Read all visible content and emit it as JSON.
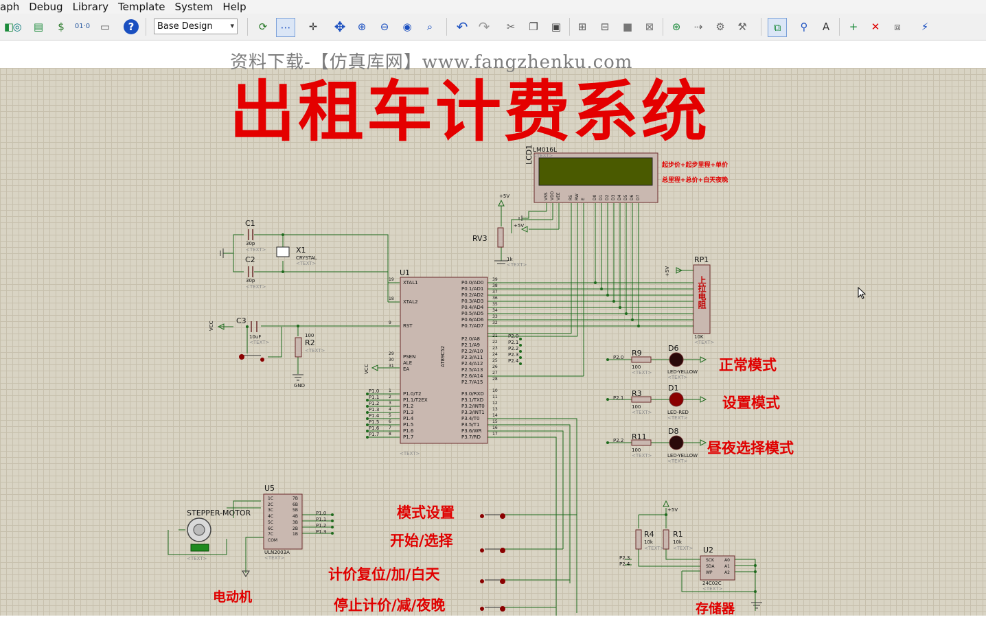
{
  "menu": [
    "aph",
    "Debug",
    "Library",
    "Template",
    "System",
    "Help"
  ],
  "toolbar": {
    "layer_select": "Base Design",
    "icons": [
      "open-icon",
      "zoom-icon",
      "save-icon",
      "bill-of-materials-icon",
      "netlist-icon",
      "document-icon",
      "help-icon",
      "refresh-icon",
      "grid-icon",
      "origin-icon",
      "pan-icon",
      "zoom-in-icon",
      "zoom-out-icon",
      "zoom-all-icon",
      "zoom-area-icon",
      "undo-icon",
      "redo-icon",
      "cut-icon",
      "copy-icon",
      "paste-icon",
      "block-copy-icon",
      "block-move-icon",
      "block-rotate-icon",
      "block-delete-icon",
      "pick-device-icon",
      "make-device-icon",
      "packaging-icon",
      "decompose-icon",
      "wire-autorouter-icon",
      "search-icon",
      "property-assign-icon",
      "new-sheet-icon",
      "remove-sheet-icon",
      "goto-sheet-icon",
      "design-explorer-icon"
    ]
  },
  "watermark": "资料下载-【仿真库网】www.fangzhenku.com",
  "title": "出租车计费系统",
  "annotations": {
    "lcd_note1": "起步价+起步里程+单价",
    "lcd_note2": "总里程+总价+白天夜晚",
    "normal_mode": "正常模式",
    "setup_mode": "设置模式",
    "daynight_mode": "昼夜选择模式",
    "mode_set": "模式设置",
    "start_select": "开始/选择",
    "reset_add_day": "计价复位/加/白天",
    "stop_sub_night": "停止计价/减/夜晚",
    "motor": "电动机",
    "storage": "存储器",
    "pullup": "上拉电阻"
  },
  "components": {
    "lcd": {
      "ref": "LCD1",
      "part": "LM016L",
      "pins": [
        "VSS",
        "VDD",
        "VEE",
        "RS",
        "RW",
        "E",
        "D0",
        "D1",
        "D2",
        "D3",
        "D4",
        "D5",
        "D6",
        "D7"
      ]
    },
    "mcu": {
      "ref": "U1",
      "part": "AT89C52",
      "left_pins": [
        "XTAL1",
        "XTAL2",
        "RST",
        "PSEN",
        "ALE",
        "EA",
        "P1.0/T2",
        "P1.1/T2EX",
        "P1.2",
        "P1.3",
        "P1.4",
        "P1.5",
        "P1.6",
        "P1.7"
      ],
      "left_nums": [
        "19",
        "18",
        "9",
        "29",
        "30",
        "31",
        "1",
        "2",
        "3",
        "4",
        "5",
        "6",
        "7",
        "8"
      ],
      "right_pins": [
        "P0.0/AD0",
        "P0.1/AD1",
        "P0.2/AD2",
        "P0.3/AD3",
        "P0.4/AD4",
        "P0.5/AD5",
        "P0.6/AD6",
        "P0.7/AD7",
        "P2.0/A8",
        "P2.1/A9",
        "P2.2/A10",
        "P2.3/A11",
        "P2.4/A12",
        "P2.5/A13",
        "P2.6/A14",
        "P2.7/A15",
        "P3.0/RXD",
        "P3.1/TXD",
        "P3.2/INT0",
        "P3.3/INT1",
        "P3.4/T0",
        "P3.5/T1",
        "P3.6/WR",
        "P3.7/RD"
      ],
      "right_nums": [
        "39",
        "38",
        "37",
        "36",
        "35",
        "34",
        "33",
        "32",
        "21",
        "22",
        "23",
        "24",
        "25",
        "26",
        "27",
        "28",
        "10",
        "11",
        "12",
        "13",
        "14",
        "15",
        "16",
        "17"
      ]
    },
    "c1": {
      "ref": "C1",
      "value": "30p"
    },
    "c2": {
      "ref": "C2",
      "value": "30p"
    },
    "x1": {
      "ref": "X1",
      "value": "CRYSTAL"
    },
    "c3": {
      "ref": "C3",
      "value": "10uF"
    },
    "r2": {
      "ref": "R2",
      "value": "100"
    },
    "rv3": {
      "ref": "RV3",
      "value": "1k"
    },
    "rp1": {
      "ref": "RP1",
      "value": "10K"
    },
    "r9": {
      "ref": "R9",
      "value": "100"
    },
    "r3": {
      "ref": "R3",
      "value": "100"
    },
    "r11": {
      "ref": "R11",
      "value": "100"
    },
    "d6": {
      "ref": "D6",
      "value": "LED-YELLOW"
    },
    "d1": {
      "ref": "D1",
      "value": "LED-RED"
    },
    "d8": {
      "ref": "D8",
      "value": "LED-YELLOW"
    },
    "u5": {
      "ref": "U5",
      "part": "ULN2003A",
      "left": [
        "1B",
        "2B",
        "3B",
        "4B",
        "5B",
        "6B",
        "7B"
      ],
      "right": [
        "1C",
        "2C",
        "3C",
        "4C",
        "5C",
        "6C",
        "7C",
        "COM"
      ]
    },
    "motor": {
      "label": "STEPPER-MOTOR"
    },
    "r4": {
      "ref": "R4",
      "value": "10k"
    },
    "r1": {
      "ref": "R1",
      "value": "10k"
    },
    "u2": {
      "ref": "U2",
      "part": "24C02C",
      "left": [
        "SCK",
        "SDA",
        "WP"
      ],
      "right": [
        "A0",
        "A1",
        "A2"
      ]
    }
  },
  "nets": {
    "vcc": "VCC",
    "gnd": "GND",
    "p5v": "+5V",
    "p2": [
      "P2.0",
      "P2.1",
      "P2.2",
      "P2.3",
      "P2.4"
    ],
    "p1": [
      "P1.0",
      "P1.1",
      "P1.2",
      "P1.3",
      "P1.4",
      "P1.5",
      "P1.6",
      "P1.7"
    ]
  },
  "text_placeholder": "<TEXT>",
  "colors": {
    "title": "#e40000",
    "wire": "#1d6a1d",
    "led_yellow": "#8a6a00",
    "led_red": "#c00000",
    "chip": "#c9b8b0"
  }
}
